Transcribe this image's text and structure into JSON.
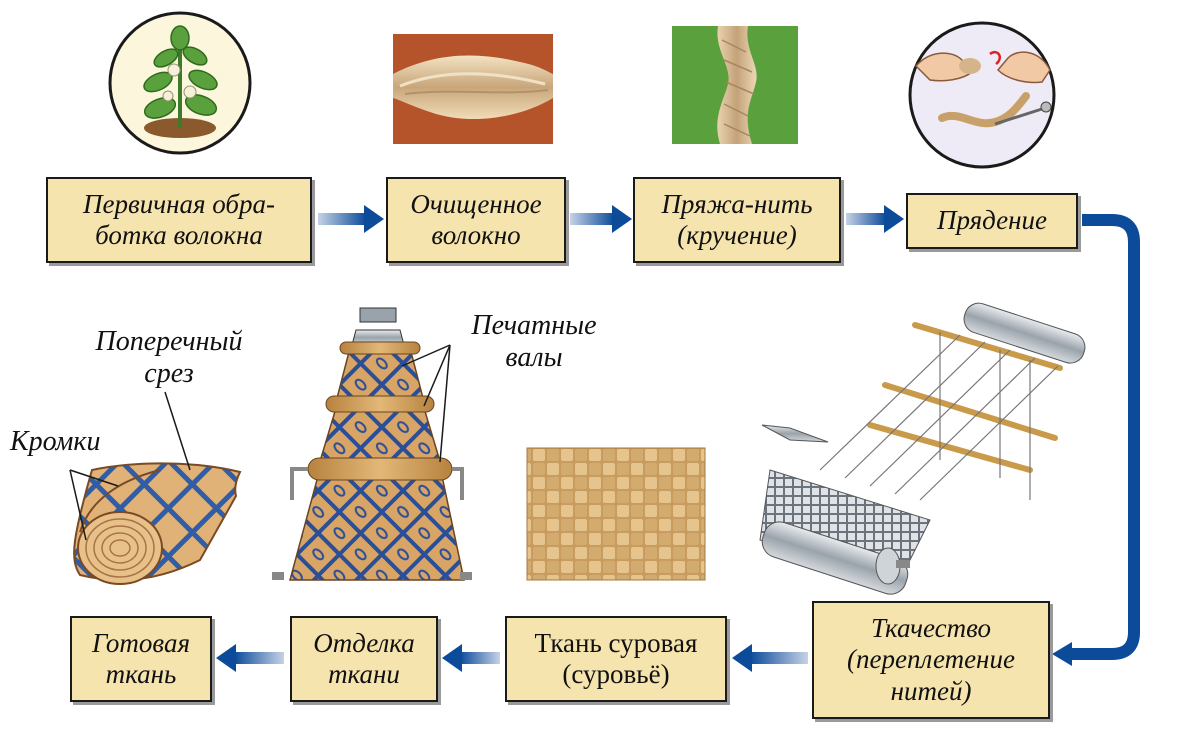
{
  "boxes": {
    "primary": "Первичная обра-\nботка волокна",
    "cleaned": "Очищенное\nволокно",
    "yarn": "Пряжа-нить\n(кручение)",
    "spinning": "Прядение",
    "weaving": "Ткачество\n(переплетение\nнитей)",
    "greige": "Ткань суровая\n(суровьё)",
    "finishing": "Отделка\nткани",
    "finished": "Готовая\nткань"
  },
  "labels": {
    "cross_section": "Поперечный\nсрез",
    "selvedges": "Кромки",
    "print_rollers": "Печатные\nвалы"
  },
  "colors": {
    "box_fill": "#f6e4ae",
    "arrow": "#0b4b99",
    "arrow_fade": "#aebfd8",
    "fabric_tan": "#d9a86a",
    "fabric_blue": "#2f5da8",
    "rust": "#b5532a",
    "green": "#5aa03c",
    "circle": "#eeeaf6"
  },
  "icons": [
    "cotton-plant-icon",
    "fiber-strand-icon",
    "twisted-yarn-icon",
    "hand-spinning-icon",
    "fabric-roll-icon",
    "printing-machine-icon",
    "woven-swatch-icon",
    "loom-icon"
  ]
}
